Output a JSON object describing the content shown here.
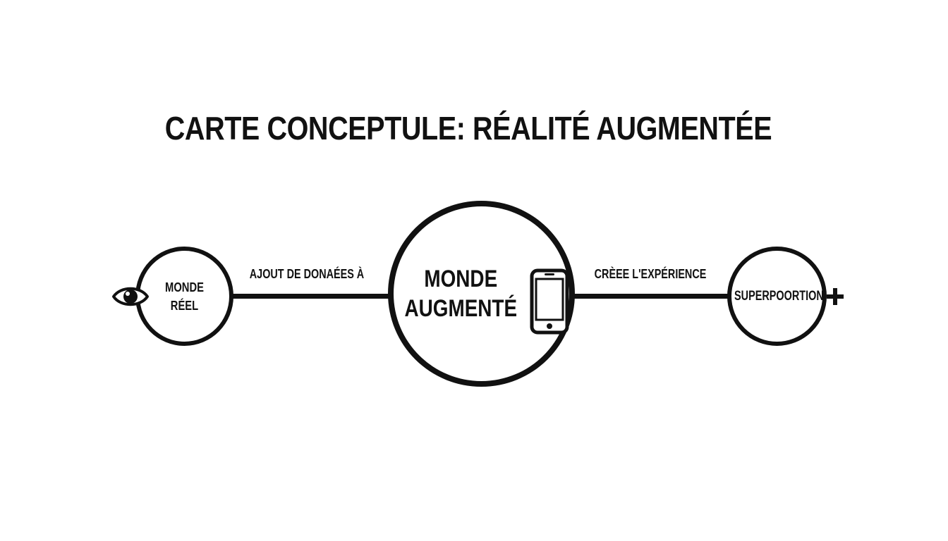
{
  "diagram": {
    "title": "CARTE CONCEPTULE: RÉALITÉ AUGMENTÉE",
    "nodes": [
      {
        "label": "MONDE\nRÉEL",
        "icon": "eye-icon"
      },
      {
        "label": "MONDE\nAUGMENTÉ",
        "icon": "smartphone-icon"
      },
      {
        "label": "SUPERPOORTION",
        "icon": "plus-icon"
      }
    ],
    "edges": [
      {
        "label": "AJOUT DE DONAÉES À"
      },
      {
        "label": "CRÈEE L'EXPÉRIENCE"
      }
    ],
    "colors": {
      "stroke": "#111111",
      "background": "#ffffff"
    }
  }
}
